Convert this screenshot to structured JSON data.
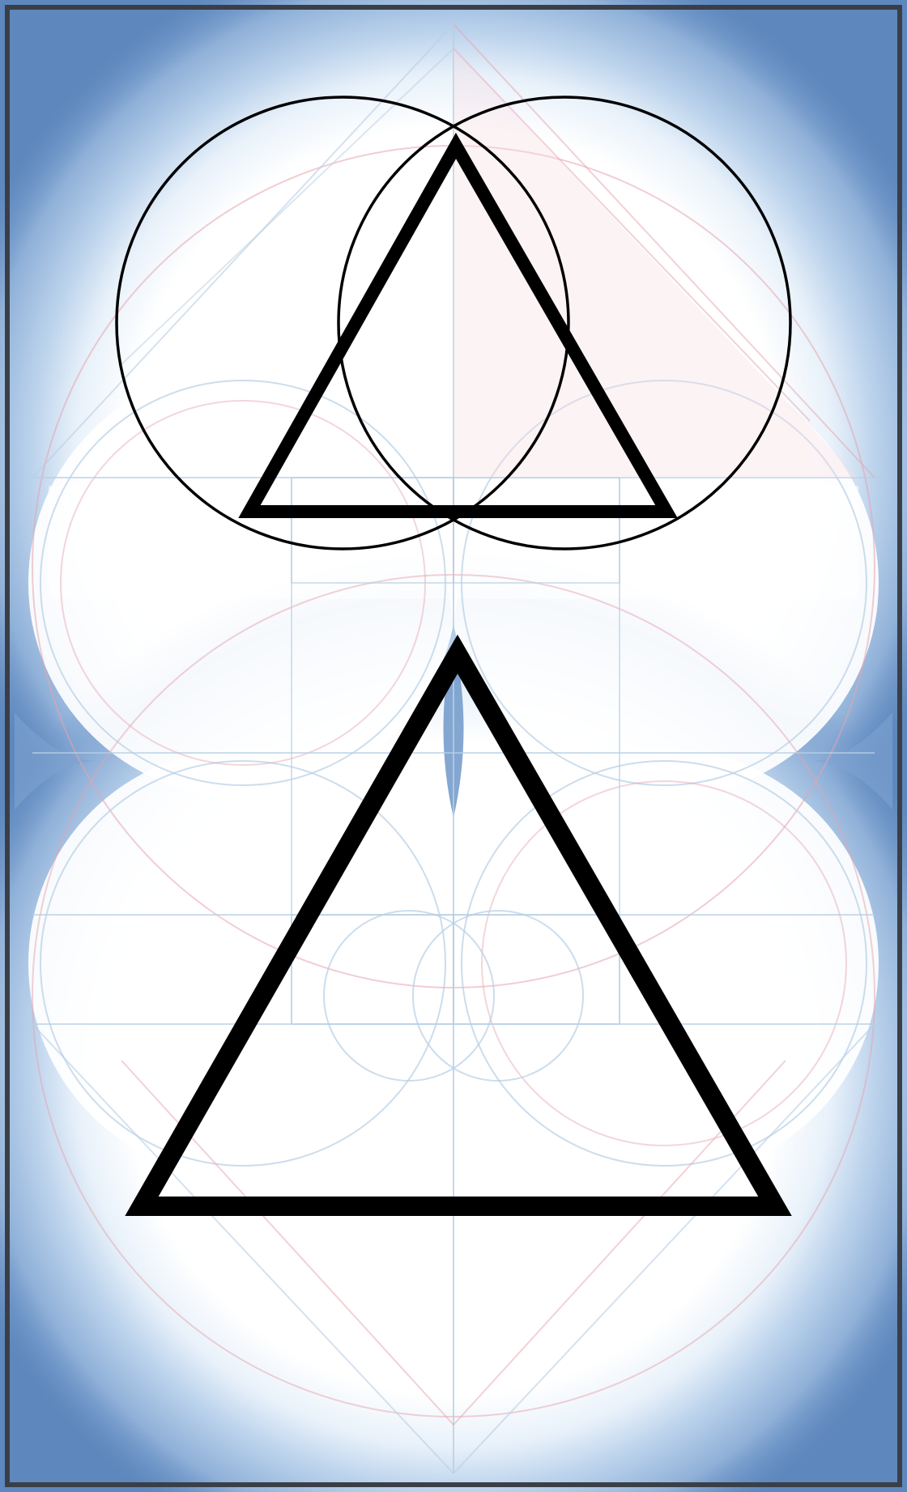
{
  "palette": {
    "frame": "#3a3f47",
    "edge_blue": "#5a86bd",
    "mid_blue": "#9dbce0",
    "pale_blue": "#d6e6f5",
    "paper": "#ffffff",
    "faint_red": "#e8a9b3",
    "faint_blue": "#a9c6df",
    "ink": "#000000"
  },
  "figures": {
    "vesica_piscis": "two-overlapping-circles",
    "inscribed_triangle": "upward-triangle",
    "large_triangle": "upward-triangle"
  },
  "texts": {}
}
